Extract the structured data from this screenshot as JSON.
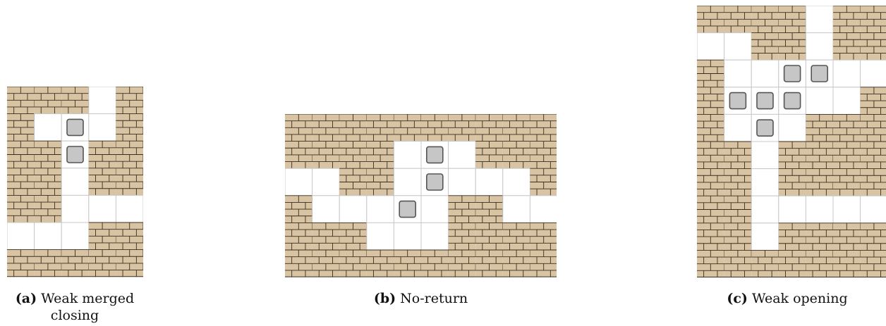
{
  "panels": [
    {
      "id": "a",
      "label": "(a)",
      "title": "Weak merged closing",
      "grid": [
        "WWWFW",
        "WFFFW",
        "WWFWW",
        "WWFWW",
        "WWFFF",
        "FFFWW",
        "WWWWW"
      ],
      "boxes": [
        [
          1,
          2
        ],
        [
          2,
          2
        ]
      ]
    },
    {
      "id": "b",
      "label": "(b)",
      "title": "No-return",
      "grid": [
        "WWWWWWWWWW",
        "WWWWFFFWWW",
        "FFWWFFFFFW",
        "WFFFFFWWFF",
        "WWWFFFWWWW",
        "WWWWWWWWWW"
      ],
      "boxes": [
        [
          1,
          5
        ],
        [
          2,
          5
        ],
        [
          3,
          4
        ]
      ]
    },
    {
      "id": "c",
      "label": "(c)",
      "title": "Weak opening",
      "grid": [
        "WWWWFWWW",
        "FFWWFWWW",
        "WFFFFFFW",
        "WFFFFFWW",
        "WFFFWWWW",
        "WWFWWWWW",
        "WWFWWWWW",
        "WWFFFFFF",
        "WWFWWWWW",
        "WWWWWWWW"
      ],
      "boxes": [
        [
          2,
          3
        ],
        [
          2,
          4
        ],
        [
          3,
          1
        ],
        [
          3,
          2
        ],
        [
          3,
          3
        ],
        [
          4,
          2
        ]
      ]
    }
  ],
  "colors": {
    "brick_fill": "#d8c3a3",
    "brick_line": "#3a2c1e",
    "floor": "#ffffff",
    "floor_grid": "#c8c8c8",
    "box_fill": "#c6c6c6",
    "box_stroke": "#555555"
  }
}
